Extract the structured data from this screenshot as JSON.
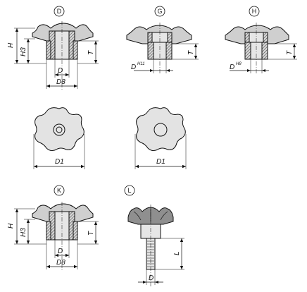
{
  "variants": {
    "d": {
      "badge": "D",
      "labels": {
        "h": "H",
        "h3": "H3",
        "t": "T",
        "d": "D",
        "d8": "D8"
      }
    },
    "g": {
      "badge": "G",
      "labels": {
        "t": "T",
        "d": "D",
        "d_sup": "H11"
      }
    },
    "h": {
      "badge": "H",
      "labels": {
        "t": "T",
        "d": "D",
        "d_sup": "H8"
      }
    },
    "top_views": {
      "left_label": "D1",
      "right_label": "D1"
    },
    "k": {
      "badge": "K",
      "labels": {
        "h": "H",
        "h3": "H3",
        "t": "T",
        "d": "D",
        "d8": "D8"
      }
    },
    "l": {
      "badge": "L",
      "labels": {
        "l": "L",
        "d": "D"
      }
    }
  }
}
